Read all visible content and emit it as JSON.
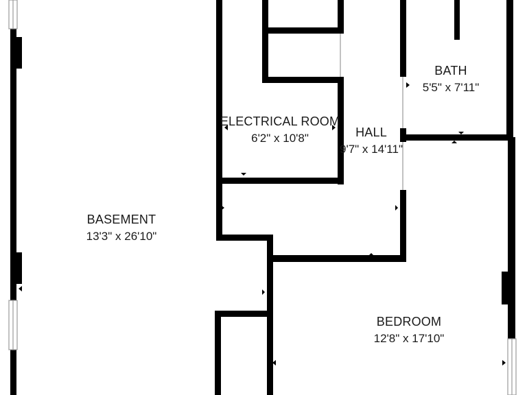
{
  "floorplan": {
    "colors": {
      "wall": "#000000",
      "background": "#ffffff",
      "window": "#9a9a9a",
      "text": "#1a1a1a"
    },
    "rooms": [
      {
        "id": "basement",
        "name": "BASEMENT",
        "dimensions": "13'3\" x 26'10\""
      },
      {
        "id": "electrical-room",
        "name": "ELECTRICAL ROOM",
        "dimensions": "6'2\" x 10'8\""
      },
      {
        "id": "hall",
        "name": "HALL",
        "dimensions": "9'7\" x 14'11\""
      },
      {
        "id": "bath",
        "name": "BATH",
        "dimensions": "5'5\" x 7'11\""
      },
      {
        "id": "bedroom",
        "name": "BEDROOM",
        "dimensions": "12'8\" x 17'10\""
      }
    ]
  }
}
